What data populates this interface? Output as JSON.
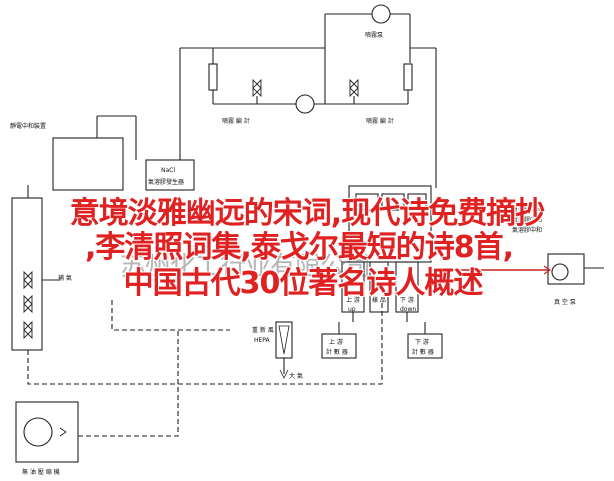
{
  "labels": {
    "pump_top": "噴霧泵",
    "flow_left": "噴霧 編 計",
    "flow_right": "噴霧 編 計",
    "gen_title": "靜電中和裝置",
    "nacl_title": "NaCl",
    "nacl_sub": "氣溶膠發生器",
    "right_box_1": "氣溶膠中和",
    "right_box_2": "氣溶膠中和",
    "right_box_3": "氣溶膠中和",
    "air_label": "補 氣",
    "filter_title": "重 新 風",
    "filter_sub": "HEPA",
    "exhaust": "大 氣",
    "up_label": "上 游",
    "up_en": "up",
    "down_label": "下 游",
    "down_en": "down",
    "sampler_center": "樣 品",
    "up_counter_1": "上 游",
    "up_counter_2": "計 數 器",
    "down_counter_1": "下 游",
    "down_counter_2": "計 數 器",
    "vacuum_pump": "真 空 泵",
    "compressor": "無 油 壓 縮 機"
  },
  "overlay": {
    "line1": "意境淡雅幽远的宋词,现代诗免费摘抄",
    "line2": ",李清照词集,泰戈尔最短的诗8首,",
    "line3": "中国古代30位著名诗人概述",
    "ghost": "苏州化工行业有限公司"
  },
  "colors": {
    "overlay_text": "#e02121",
    "line": "#222222"
  }
}
